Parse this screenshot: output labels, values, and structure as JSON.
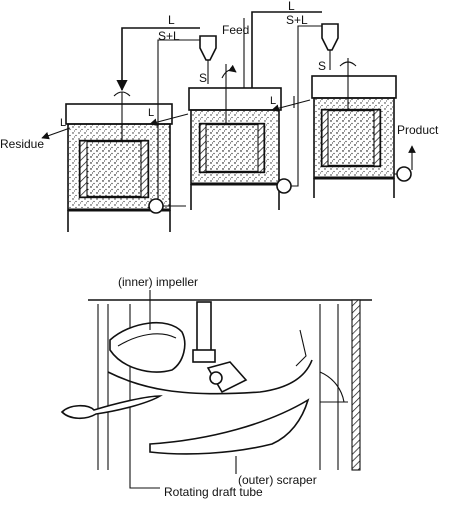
{
  "top_flow": {
    "labels": {
      "L_top_left": "L",
      "SL_left": "S+L",
      "feed": "Feed",
      "L_top_right": "L",
      "SL_right": "S+L",
      "S_mid": "S",
      "S_right": "S",
      "residue": "Residue",
      "product": "Product",
      "L_side_1": "L",
      "L_side_2": "L",
      "L_side_3": "L"
    }
  },
  "bottom_detail": {
    "labels": {
      "inner_impeller": "(inner) impeller",
      "outer_scraper": "(outer) scraper",
      "rotating_draft_tube": "Rotating draft tube"
    }
  }
}
